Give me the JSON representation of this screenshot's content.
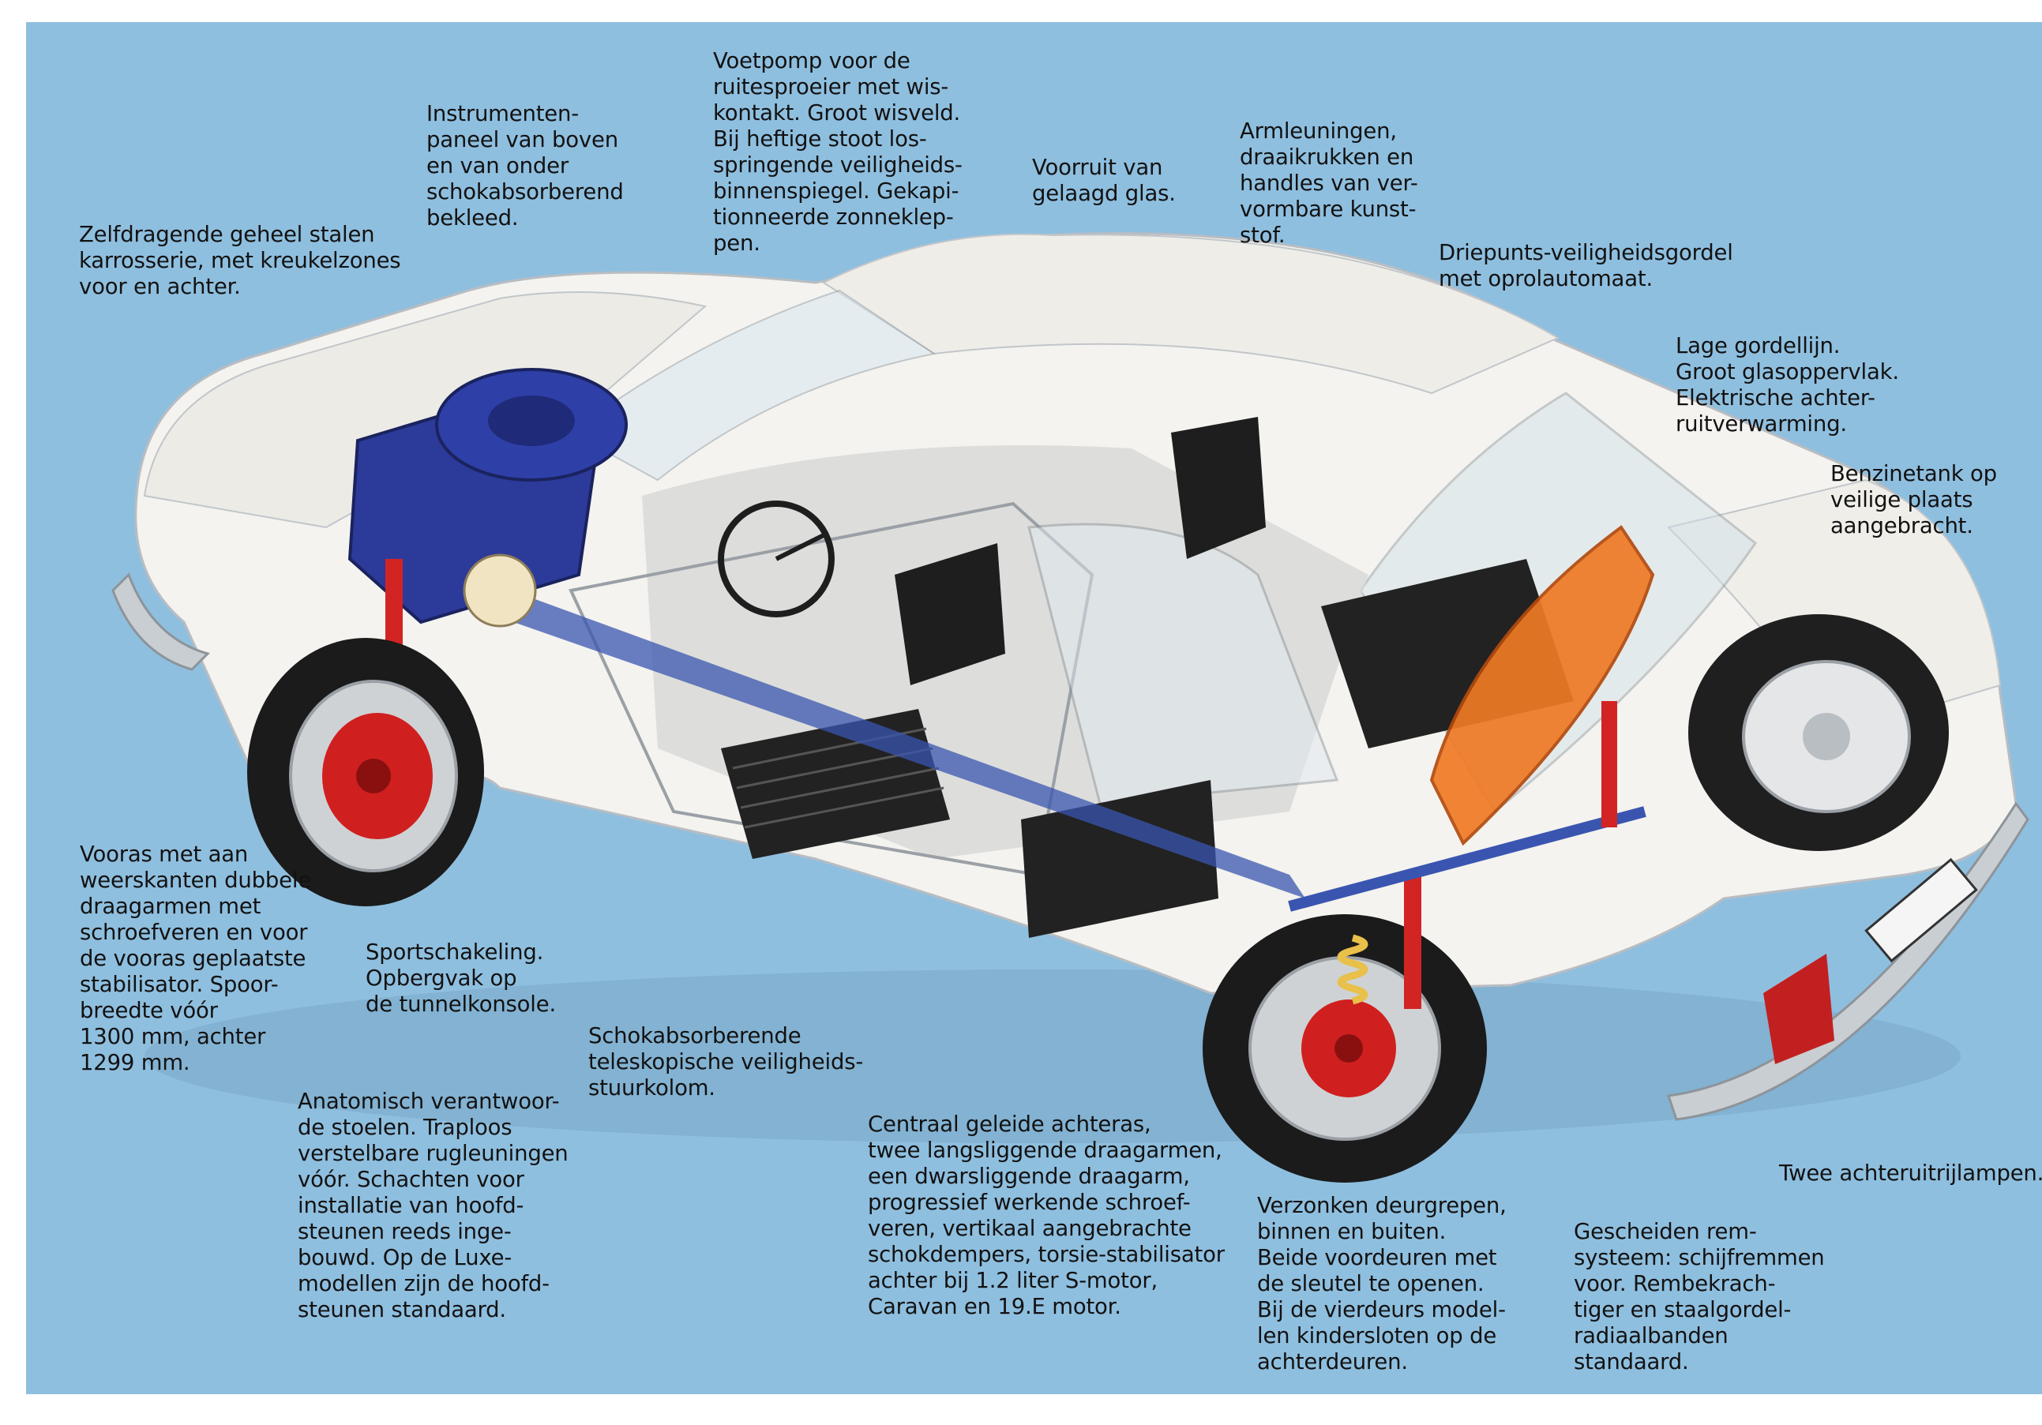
{
  "colors": {
    "background": "#8fbfdf",
    "car_body": "#f4f3ef",
    "engine": "#2c3a9a",
    "brake_disc": "#d01f1f",
    "fuel_tank": "#f07a25",
    "spring": "#e8c04a",
    "seat": "#1e1e1e"
  },
  "captions": [
    {
      "id": "body",
      "text": "Zelfdragende geheel stalen\nkarrosserie, met kreukelzones\nvoor en achter."
    },
    {
      "id": "dashboard",
      "text": "Instrumenten-\npaneel van boven\nen van onder\nschokabsorberend\nbekleed."
    },
    {
      "id": "washer",
      "text": "Voetpomp voor de\nruitesproeier met wis-\nkontakt. Groot wisveld.\nBij heftige stoot los-\nspringende veiligheids-\nbinnenspiegel. Gekapi-\ntionneerde zonneklep-\npen."
    },
    {
      "id": "windscreen",
      "text": "Voorruit van\ngelaagd glas."
    },
    {
      "id": "armrests",
      "text": "Armleuningen,\ndraaikrukken en\nhandles van ver-\nvormbare kunst-\nstof."
    },
    {
      "id": "seatbelt",
      "text": "Driepunts-veiligheidsgordel\nmet oprolautomaat."
    },
    {
      "id": "beltline",
      "text": "Lage gordellijn.\nGroot glasoppervlak.\nElektrische achter-\nruitverwarming."
    },
    {
      "id": "fueltank",
      "text": "Benzinetank op\nveilige plaats\naangebracht."
    },
    {
      "id": "frontaxle",
      "text": "Vooras met aan\nweerskanten dubbele\ndraagarmen met\nschroefveren en voor\nde vooras geplaatste\nstabilisator. Spoor-\nbreedte vóór\n1300 mm, achter\n1299 mm."
    },
    {
      "id": "gearshift",
      "text": "Sportschakeling.\nOpbergvak op\nde tunnelkonsole."
    },
    {
      "id": "steering",
      "text": "Schokabsorberende\nteleskopische veiligheids-\nstuurkolom."
    },
    {
      "id": "seats",
      "text": "Anatomisch verantwoor-\nde stoelen. Traploos\nverstelbare rugleuningen\nvóór. Schachten voor\ninstallatie van hoofd-\nsteunen reeds inge-\nbouwd. Op de Luxe-\nmodellen zijn de hoofd-\nsteunen standaard."
    },
    {
      "id": "rearaxle",
      "text": "Centraal geleide achteras,\ntwee langsliggende draagarmen,\neen dwarsliggende draagarm,\nprogressief werkende schroef-\nveren, vertikaal aangebrachte\nschokdempers, torsie-stabilisator\nachter bij 1.2 liter S-motor,\nCaravan en 19.E motor."
    },
    {
      "id": "doorhandles",
      "text": "Verzonken deurgrepen,\nbinnen en buiten.\nBeide voordeuren met\nde sleutel te openen.\nBij de vierdeurs model-\nlen kindersloten op de\nachterdeuren."
    },
    {
      "id": "brakes",
      "text": "Gescheiden rem-\nsysteem: schijfremmen\nvoor. Rembekrach-\ntiger en staalgordel-\nradiaalbanden\nstandaard."
    },
    {
      "id": "reverselights",
      "text": "Twee achteruitrijlampen."
    }
  ]
}
